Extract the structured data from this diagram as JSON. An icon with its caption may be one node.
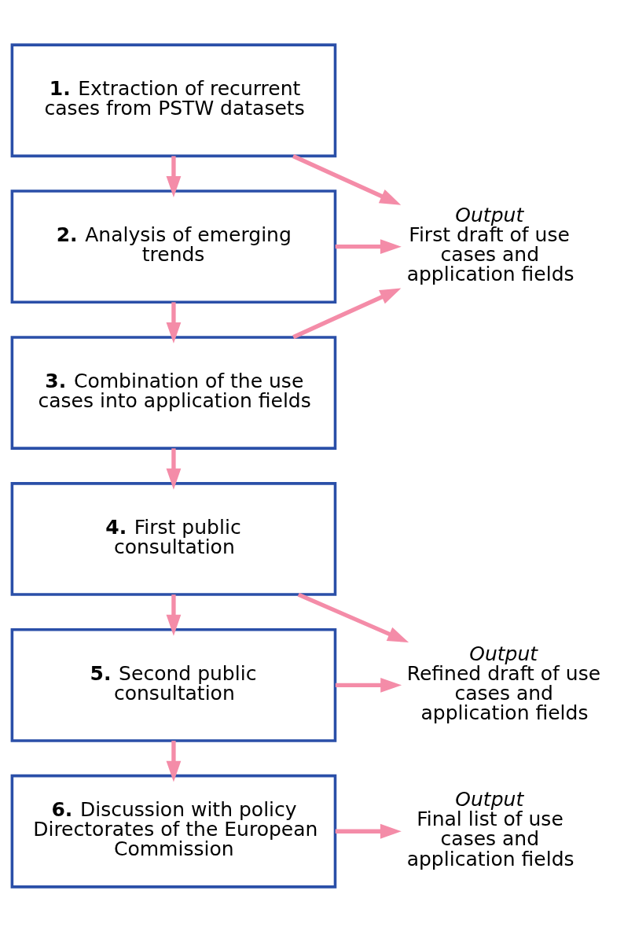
{
  "diagram": {
    "nodes": [
      {
        "text": [
          "**1.** Extraction of recurrent cases from PSTW datasets"
        ]
      },
      {
        "text": [
          "**2.** Analysis of emerging trends"
        ]
      },
      {
        "text": [
          "**3.** Combination of the use cases into application fields"
        ]
      },
      {
        "text": [
          "**4.** First public consultation"
        ]
      },
      {
        "text": [
          "**5.** Second public consultation"
        ]
      },
      {
        "text": [
          "**6.** Discussion with policy Directorates of the European Commission"
        ]
      },
      {
        "text": [
          "Output",
          "First draft of use cases and application fields"
        ]
      },
      {
        "text": [
          "Output",
          "Refined draft of use cases and application fields"
        ]
      },
      {
        "text": [
          "Output",
          "Final list of use cases and application fields"
        ]
      }
    ],
    "edges": [
      {
        "from": 0,
        "to": 1,
        "arrow": "to"
      },
      {
        "from": 1,
        "to": 2,
        "arrow": "to"
      },
      {
        "from": 2,
        "to": 3,
        "arrow": "to"
      },
      {
        "from": 3,
        "to": 4,
        "arrow": "to"
      },
      {
        "from": 4,
        "to": 5,
        "arrow": "to"
      },
      {
        "from": 0,
        "to": 6,
        "arrow": "to"
      },
      {
        "from": 1,
        "to": 6,
        "arrow": "to"
      },
      {
        "from": 2,
        "to": 6,
        "arrow": "to"
      },
      {
        "from": 3,
        "to": 7,
        "arrow": "to"
      },
      {
        "from": 4,
        "to": 7,
        "arrow": "to"
      },
      {
        "from": 5,
        "to": 8,
        "arrow": "to"
      }
    ]
  }
}
